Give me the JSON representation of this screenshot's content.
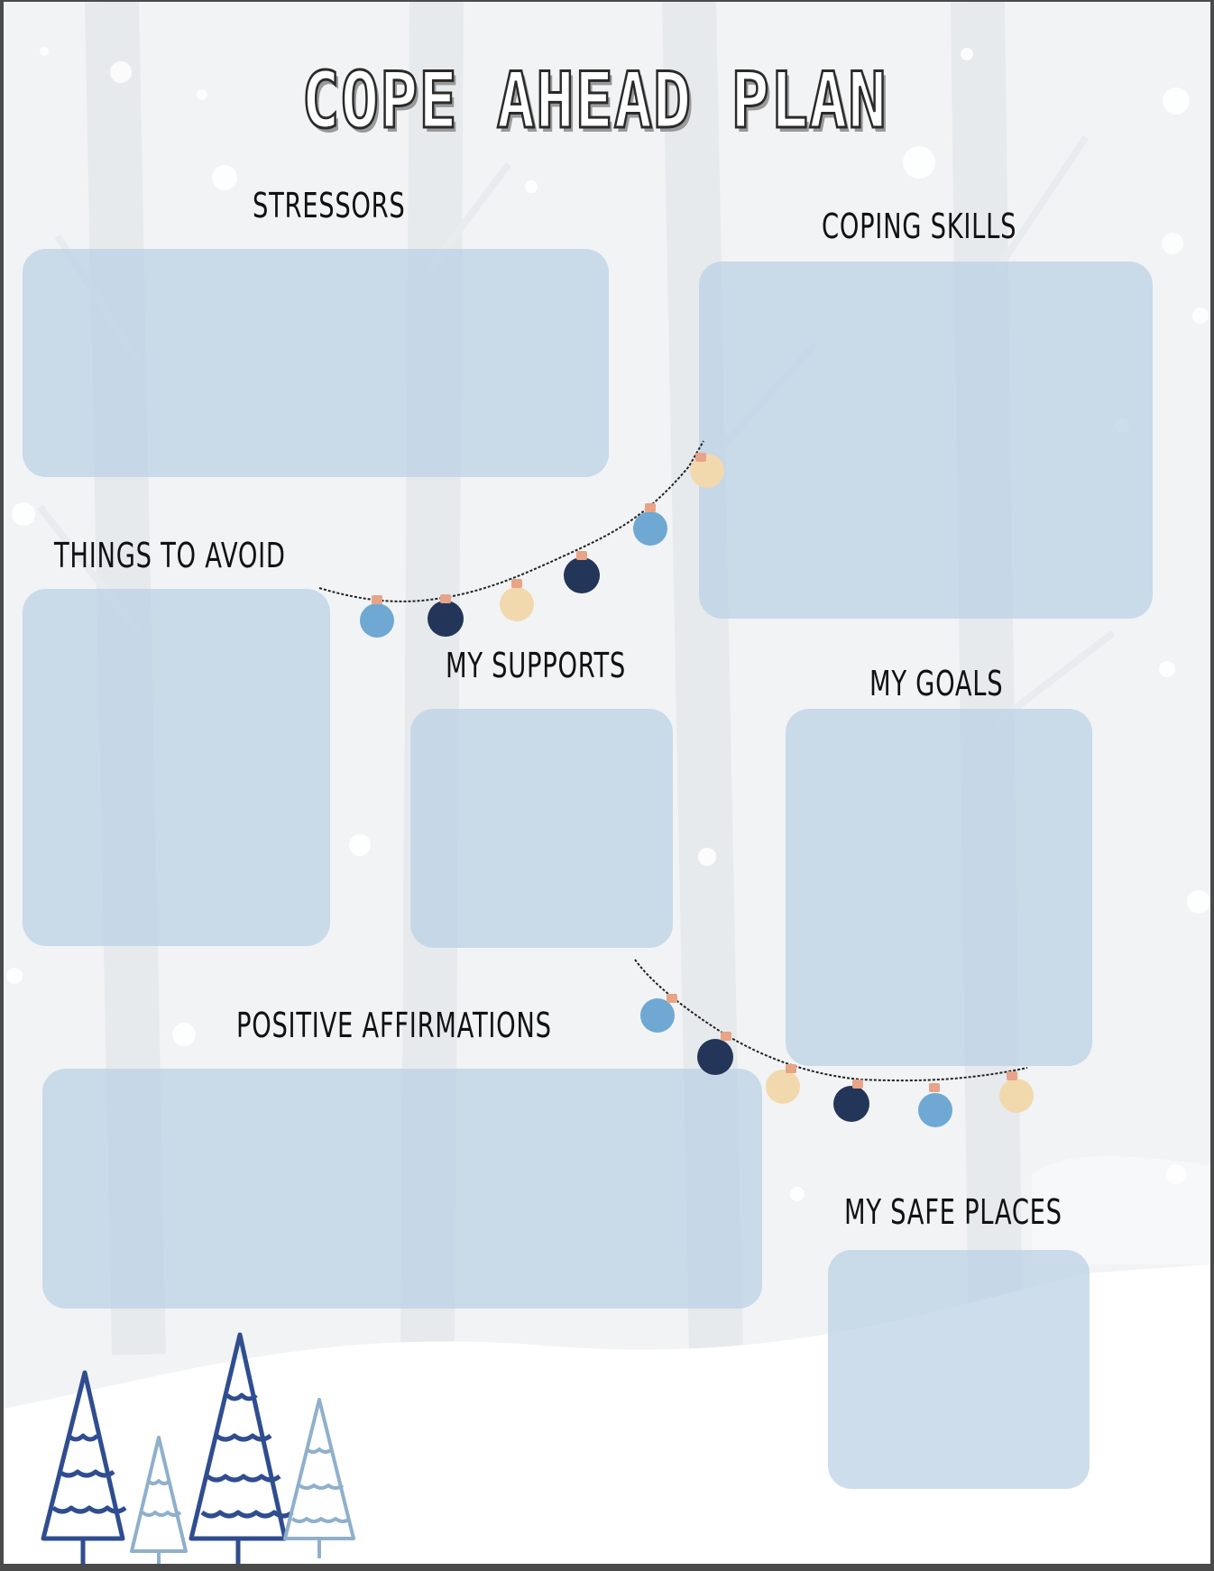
{
  "title": "COPE AHEAD PLAN",
  "sections": {
    "stressors": "STRESSORS",
    "coping_skills": "COPING SKILLS",
    "things_to_avoid": "THINGS TO AVOID",
    "my_supports": "MY SUPPORTS",
    "my_goals": "MY GOALS",
    "positive_affirmations": "POSITIVE AFFIRMATIONS",
    "my_safe_places": "MY SAFE PLACES"
  },
  "colors": {
    "box": "#bad0e5",
    "bulb_light_blue": "#6fa8d2",
    "bulb_navy": "#233558",
    "bulb_cream": "#f1d9ad",
    "tree_dark": "#2f4d8f",
    "tree_light": "#8fb0cc"
  },
  "decorations": [
    "string-lights",
    "pine-trees",
    "snowflakes"
  ]
}
